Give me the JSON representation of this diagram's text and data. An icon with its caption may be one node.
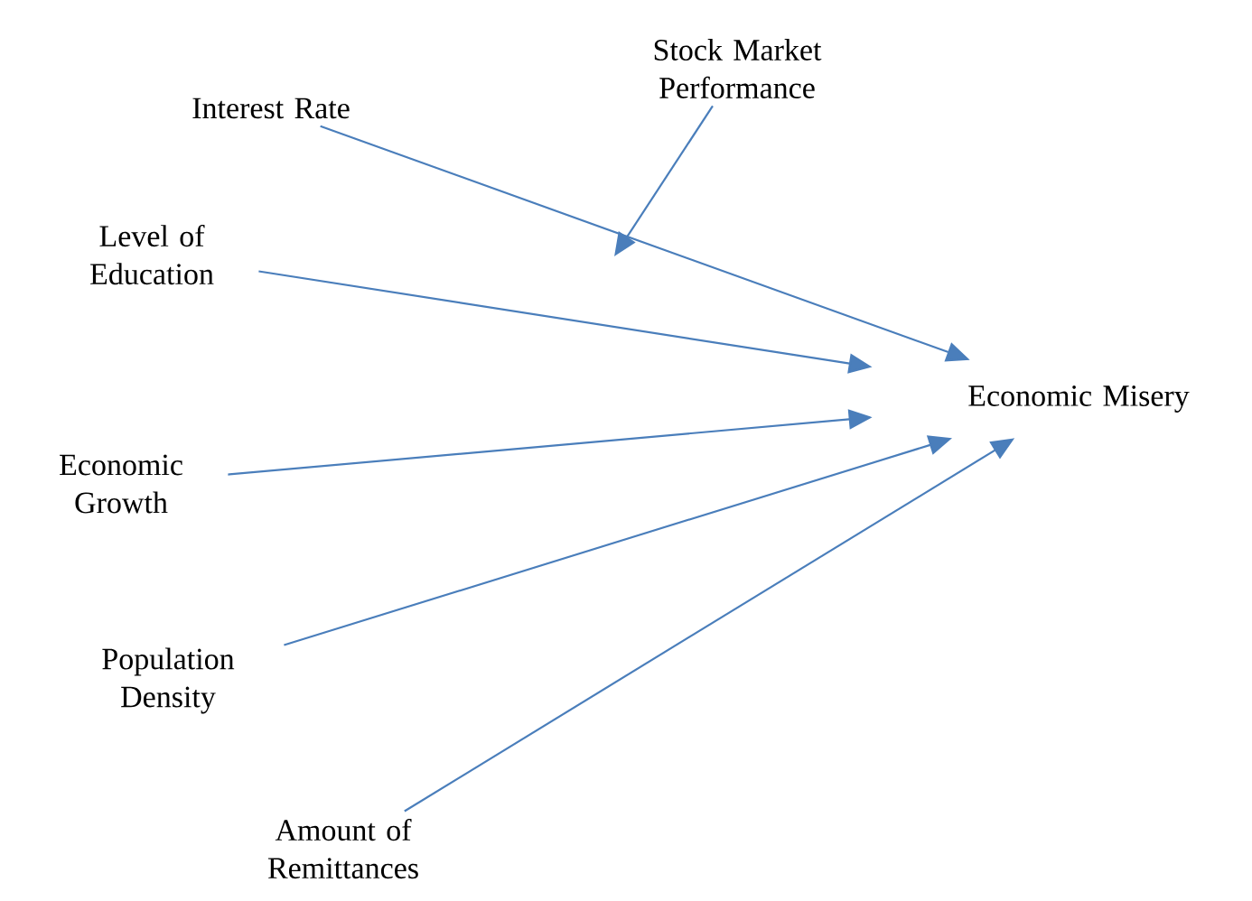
{
  "diagram": {
    "nodes": [
      {
        "text": [
          "Stock Market Performance"
        ]
      },
      {
        "text": [
          "Interest Rate"
        ]
      },
      {
        "text": [
          "Level of Education"
        ]
      },
      {
        "text": [
          "Economic Misery"
        ]
      },
      {
        "text": [
          "Economic Growth"
        ]
      },
      {
        "text": [
          "Population Density"
        ]
      },
      {
        "text": [
          "Amount of Remittances"
        ]
      }
    ],
    "edges": [
      {
        "from": 1,
        "to": 3,
        "arrow": "to"
      },
      {
        "from": 0,
        "to": null,
        "arrow": "to"
      },
      {
        "from": 2,
        "to": 3,
        "arrow": "to"
      },
      {
        "from": 4,
        "to": 3,
        "arrow": "to"
      },
      {
        "from": 5,
        "to": 3,
        "arrow": "to"
      },
      {
        "from": 6,
        "to": 3,
        "arrow": "to"
      }
    ]
  }
}
